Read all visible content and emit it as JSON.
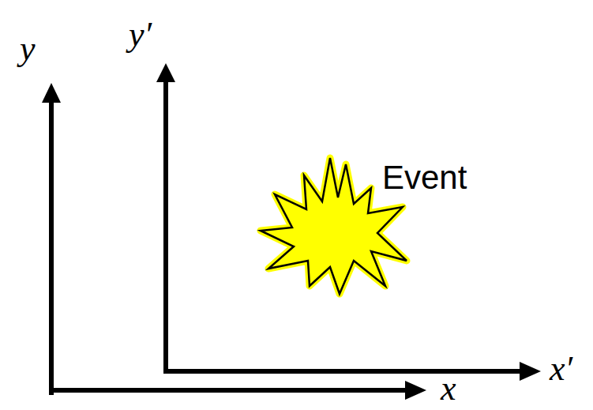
{
  "diagram": {
    "labels": [
      "y",
      "y′",
      "x",
      "x′",
      "Event"
    ]
  }
}
